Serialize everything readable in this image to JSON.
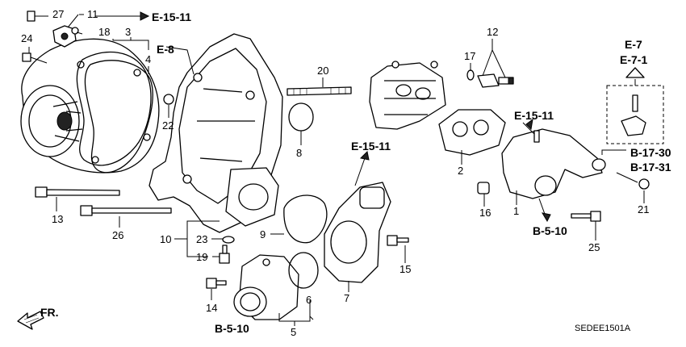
{
  "diagram": {
    "drawing_code": "SEDEE1501A",
    "direction_label": "FR.",
    "callouts": [
      "1",
      "2",
      "3",
      "4",
      "5",
      "6",
      "7",
      "8",
      "9",
      "10",
      "11",
      "12",
      "13",
      "14",
      "15",
      "16",
      "17",
      "18",
      "19",
      "20",
      "21",
      "22",
      "23",
      "24",
      "25",
      "26",
      "27"
    ],
    "references": {
      "e15_11_top": "E-15-11",
      "e8": "E-8",
      "e15_11_mid": "E-15-11",
      "e15_11_right": "E-15-11",
      "e7": "E-7",
      "e7_1": "E-7-1",
      "b17_30": "B-17-30",
      "b17_31": "B-17-31",
      "b5_10_right": "B-5-10",
      "b5_10_bottom": "B-5-10"
    }
  }
}
